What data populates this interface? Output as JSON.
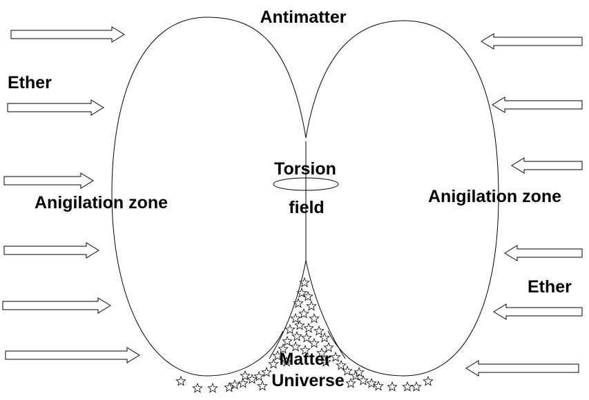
{
  "labels": {
    "antimatter": "Antimatter",
    "ether_left": "Ether",
    "ether_right": "Ether",
    "zone_left": "Anigilation zone",
    "zone_right": "Anigilation zone",
    "torsion_line1": "Torsion",
    "torsion_line2": "field",
    "matter_line1": "Matter",
    "matter_line2": "Universe"
  },
  "colors": {
    "stroke": "#000000",
    "background": "#ffffff"
  },
  "icons": {
    "arrow": "hollow-block-arrow",
    "star": "star-outline"
  }
}
